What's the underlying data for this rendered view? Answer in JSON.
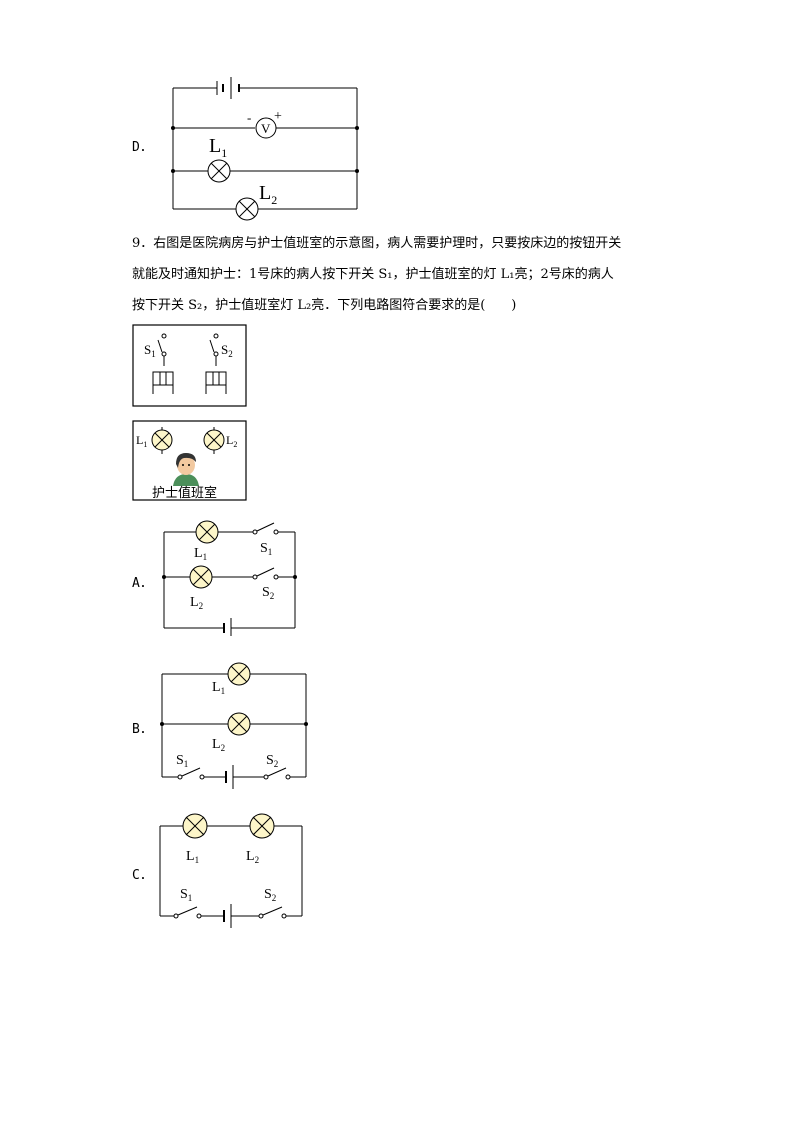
{
  "optionD": {
    "label": "D．",
    "meter_neg": "-",
    "meter_symbol": "V",
    "meter_pos": "+",
    "lamp1": {
      "name": "L",
      "sub": "1"
    },
    "lamp2": {
      "name": "L",
      "sub": "2"
    }
  },
  "question9": {
    "line1": "9．右图是医院病房与护士值班室的示意图，病人需要护理时，只要按床边的按钮开关",
    "line2": "就能及时通知护士：1号床的病人按下开关 S₁，护士值班室的灯 L₁亮；2号床的病人",
    "line3": "按下开关 S₂，护士值班室灯 L₂亮．下列电路图符合要求的是(　　)"
  },
  "figure_ward": {
    "s1": {
      "name": "S",
      "sub": "1"
    },
    "s2": {
      "name": "S",
      "sub": "2"
    }
  },
  "figure_nurse_room": {
    "l1": {
      "name": "L",
      "sub": "1"
    },
    "l2": {
      "name": "L",
      "sub": "2"
    },
    "caption": "护士值班室"
  },
  "optionA": {
    "label": "A．",
    "l1": {
      "name": "L",
      "sub": "1"
    },
    "s1": {
      "name": "S",
      "sub": "1"
    },
    "l2": {
      "name": "L",
      "sub": "2"
    },
    "s2": {
      "name": "S",
      "sub": "2"
    }
  },
  "optionB": {
    "label": "B．",
    "l1": {
      "name": "L",
      "sub": "1"
    },
    "l2": {
      "name": "L",
      "sub": "2"
    },
    "s1": {
      "name": "S",
      "sub": "1"
    },
    "s2": {
      "name": "S",
      "sub": "2"
    }
  },
  "optionC": {
    "label": "C．",
    "l1": {
      "name": "L",
      "sub": "1"
    },
    "l2": {
      "name": "L",
      "sub": "2"
    },
    "s1": {
      "name": "S",
      "sub": "1"
    },
    "s2": {
      "name": "S",
      "sub": "2"
    }
  },
  "colors": {
    "lamp_fill": "#fdf6c9",
    "stroke": "#000000",
    "skin": "#f2c9a0",
    "hair": "#333333",
    "shirt": "#4b8f5a"
  }
}
